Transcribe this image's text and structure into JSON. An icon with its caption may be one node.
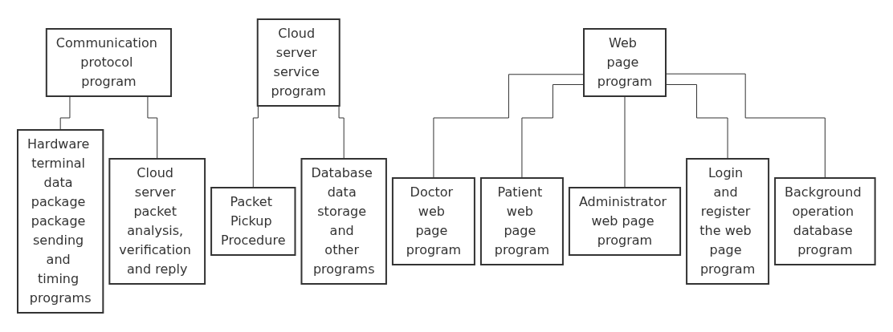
{
  "diagram": {
    "nodes": [
      {
        "text": [
          "Communication protocol program"
        ]
      },
      {
        "text": [
          "Hardware terminal data package package sending and timing programs"
        ]
      },
      {
        "text": [
          "Cloud server packet analysis, verification and reply"
        ]
      },
      {
        "text": [
          "Cloud server service program"
        ]
      },
      {
        "text": [
          "Packet Pickup Procedure"
        ]
      },
      {
        "text": [
          "Database data storage and other programs"
        ]
      },
      {
        "text": [
          "Web page program"
        ]
      },
      {
        "text": [
          "Doctor web page program"
        ]
      },
      {
        "text": [
          "Patient web page program"
        ]
      },
      {
        "text": [
          "Administrator web page program"
        ]
      },
      {
        "text": [
          "Login and register the web page program"
        ]
      },
      {
        "text": [
          "Background operation database program"
        ]
      }
    ],
    "edges": [
      {
        "from": 0,
        "to": 1,
        "arrow": "none"
      },
      {
        "from": 0,
        "to": 2,
        "arrow": "none"
      },
      {
        "from": 3,
        "to": 4,
        "arrow": "none"
      },
      {
        "from": 3,
        "to": 5,
        "arrow": "none"
      },
      {
        "from": 6,
        "to": 7,
        "arrow": "none"
      },
      {
        "from": 6,
        "to": 8,
        "arrow": "none"
      },
      {
        "from": 6,
        "to": 9,
        "arrow": "none"
      },
      {
        "from": 6,
        "to": 10,
        "arrow": "none"
      },
      {
        "from": 6,
        "to": 11,
        "arrow": "none"
      }
    ]
  }
}
